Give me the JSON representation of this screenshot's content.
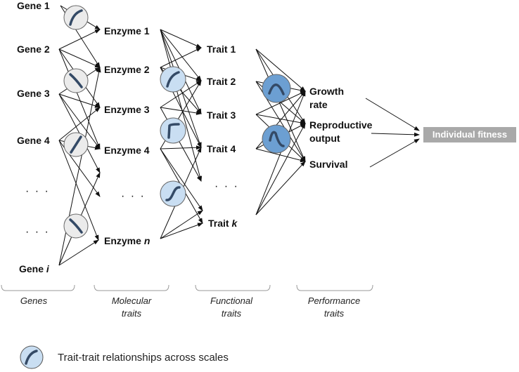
{
  "genes": [
    {
      "name": "Gene 1",
      "italic": ""
    },
    {
      "name": "Gene 2",
      "italic": ""
    },
    {
      "name": "Gene 3",
      "italic": ""
    },
    {
      "name": "Gene 4",
      "italic": ""
    },
    {
      "name": "Gene ",
      "italic": "i"
    }
  ],
  "enzymes": [
    {
      "name": "Enzyme 1",
      "italic": ""
    },
    {
      "name": "Enzyme 2",
      "italic": ""
    },
    {
      "name": "Enzyme 3",
      "italic": ""
    },
    {
      "name": "Enzyme 4",
      "italic": ""
    },
    {
      "name": "Enzyme ",
      "italic": "n"
    }
  ],
  "traits": [
    {
      "name": "Trait 1",
      "italic": ""
    },
    {
      "name": "Trait 2",
      "italic": ""
    },
    {
      "name": "Trait 3",
      "italic": ""
    },
    {
      "name": "Trait 4",
      "italic": ""
    },
    {
      "name": "Trait ",
      "italic": "k"
    }
  ],
  "ellipsis": "· · ·",
  "performance": {
    "growth_line1": "Growth",
    "growth_line2": "rate",
    "repro_line1": "Reproductive",
    "repro_line2": "output",
    "survival": "Survival"
  },
  "fitness": "Individual fitness",
  "categories": {
    "genes": "Genes",
    "molecular_line1": "Molecular",
    "molecular_line2": "traits",
    "functional_line1": "Functional",
    "functional_line2": "traits",
    "performance_line1": "Performance",
    "performance_line2": "traits"
  },
  "legend": {
    "text": "Trait-trait relationships across scales"
  },
  "colors": {
    "gene_circle_fill": "#ebebeb",
    "enzyme_circle_fill": "#c9def2",
    "performance_circle_fill": "#6c9fd2",
    "curve": "#344a66",
    "fitness_box": "#a9a9a9"
  }
}
